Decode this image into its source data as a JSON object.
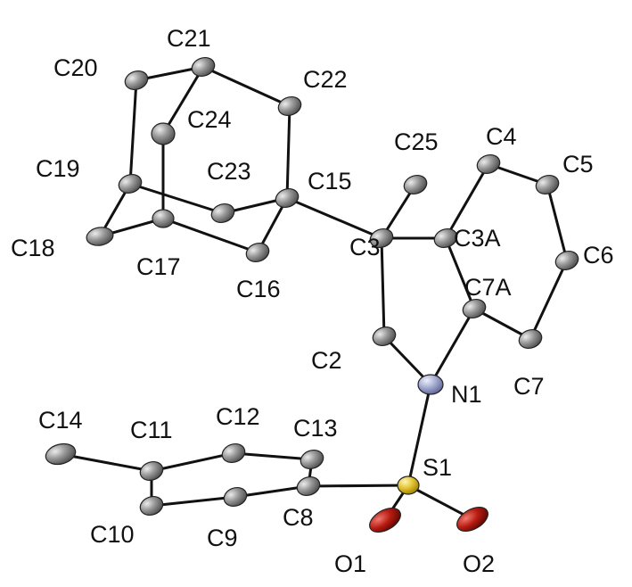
{
  "colors": {
    "carbon": "#8c8c8c",
    "nitrogen": "#9aa3c8",
    "sulfur": "#e2c230",
    "oxygen": "#b31a12",
    "bond": "#111111"
  },
  "atoms": [
    {
      "id": "C21",
      "label": "C21",
      "element": "C"
    },
    {
      "id": "C20",
      "label": "C20",
      "element": "C"
    },
    {
      "id": "C22",
      "label": "C22",
      "element": "C"
    },
    {
      "id": "C24",
      "label": "C24",
      "element": "C"
    },
    {
      "id": "C25",
      "label": "C25",
      "element": "C"
    },
    {
      "id": "C4",
      "label": "C4",
      "element": "C"
    },
    {
      "id": "C5",
      "label": "C5",
      "element": "C"
    },
    {
      "id": "C19",
      "label": "C19",
      "element": "C"
    },
    {
      "id": "C23",
      "label": "C23",
      "element": "C"
    },
    {
      "id": "C15",
      "label": "C15",
      "element": "C"
    },
    {
      "id": "C3A",
      "label": "C3A",
      "element": "C"
    },
    {
      "id": "C18",
      "label": "C18",
      "element": "C"
    },
    {
      "id": "C17",
      "label": "C17",
      "element": "C"
    },
    {
      "id": "C3",
      "label": "C3",
      "element": "C"
    },
    {
      "id": "C6",
      "label": "C6",
      "element": "C"
    },
    {
      "id": "C16",
      "label": "C16",
      "element": "C"
    },
    {
      "id": "C7A",
      "label": "C7A",
      "element": "C"
    },
    {
      "id": "C2",
      "label": "C2",
      "element": "C"
    },
    {
      "id": "C7",
      "label": "C7",
      "element": "C"
    },
    {
      "id": "N1",
      "label": "N1",
      "element": "N"
    },
    {
      "id": "C14",
      "label": "C14",
      "element": "C"
    },
    {
      "id": "C11",
      "label": "C11",
      "element": "C"
    },
    {
      "id": "C12",
      "label": "C12",
      "element": "C"
    },
    {
      "id": "C13",
      "label": "C13",
      "element": "C"
    },
    {
      "id": "S1",
      "label": "S1",
      "element": "S"
    },
    {
      "id": "C10",
      "label": "C10",
      "element": "C"
    },
    {
      "id": "C9",
      "label": "C9",
      "element": "C"
    },
    {
      "id": "C8",
      "label": "C8",
      "element": "C"
    },
    {
      "id": "O1",
      "label": "O1",
      "element": "O"
    },
    {
      "id": "O2",
      "label": "O2",
      "element": "O"
    }
  ],
  "bonds": [
    [
      "C21",
      "C20"
    ],
    [
      "C21",
      "C22"
    ],
    [
      "C21",
      "C24"
    ],
    [
      "C20",
      "C19"
    ],
    [
      "C22",
      "C15"
    ],
    [
      "C24",
      "C17"
    ],
    [
      "C19",
      "C18"
    ],
    [
      "C19",
      "C23"
    ],
    [
      "C18",
      "C17"
    ],
    [
      "C17",
      "C16"
    ],
    [
      "C23",
      "C15"
    ],
    [
      "C16",
      "C15"
    ],
    [
      "C15",
      "C3"
    ],
    [
      "C3",
      "C25"
    ],
    [
      "C3",
      "C3A"
    ],
    [
      "C3",
      "C2"
    ],
    [
      "C3A",
      "C4"
    ],
    [
      "C3A",
      "C7A"
    ],
    [
      "C4",
      "C5"
    ],
    [
      "C5",
      "C6"
    ],
    [
      "C6",
      "C7"
    ],
    [
      "C7",
      "C7A"
    ],
    [
      "C7A",
      "N1"
    ],
    [
      "C2",
      "N1"
    ],
    [
      "N1",
      "S1"
    ],
    [
      "S1",
      "C8"
    ],
    [
      "S1",
      "O1"
    ],
    [
      "S1",
      "O2"
    ],
    [
      "C8",
      "C9"
    ],
    [
      "C8",
      "C13"
    ],
    [
      "C9",
      "C10"
    ],
    [
      "C10",
      "C11"
    ],
    [
      "C11",
      "C12"
    ],
    [
      "C12",
      "C13"
    ],
    [
      "C11",
      "C14"
    ]
  ]
}
